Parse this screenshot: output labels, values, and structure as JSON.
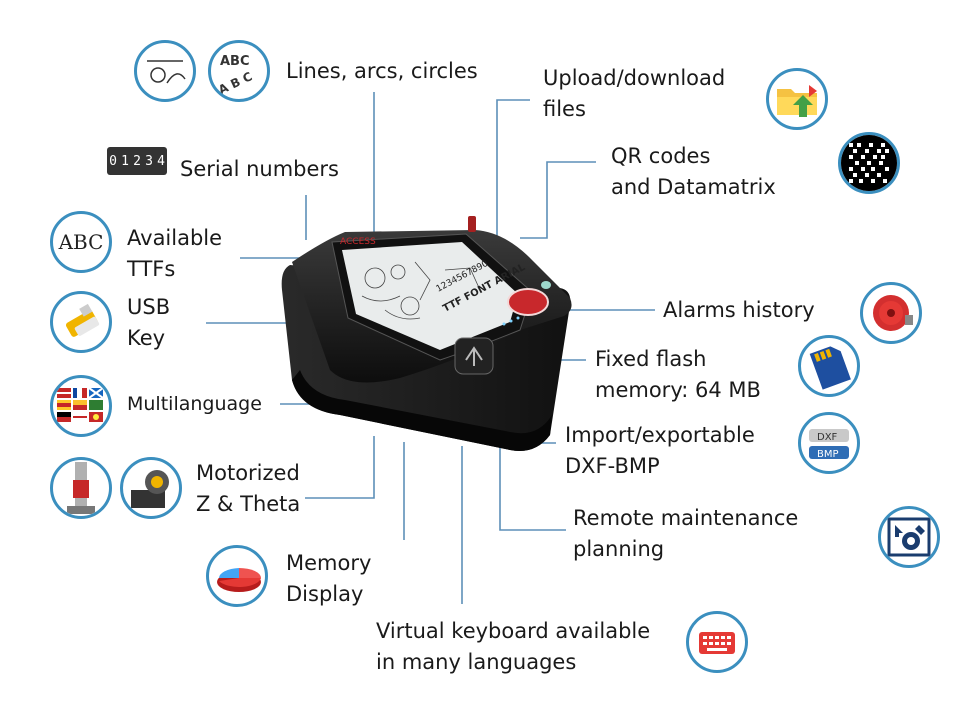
{
  "colors": {
    "circle_border": "#3b8fbf",
    "leader_line": "#5d8fb8",
    "device_body": "#1b1b1b",
    "device_accent": "#c8282c"
  },
  "features": {
    "lines_arcs_circles": "Lines, arcs, circles",
    "serial_numbers": "Serial numbers",
    "available_ttfs": [
      "Available",
      "TTFs"
    ],
    "usb_key": [
      "USB",
      "Key"
    ],
    "multilanguage": "Multilanguage",
    "motorized": [
      "Motorized",
      "Z & Theta"
    ],
    "memory_display": [
      "Memory",
      "Display"
    ],
    "virtual_keyboard": [
      "Virtual keyboard available",
      "in many languages"
    ],
    "upload_download": [
      "Upload/download",
      "files"
    ],
    "qr_codes": [
      "QR codes",
      "and Datamatrix"
    ],
    "alarms_history": "Alarms history",
    "fixed_flash": [
      "Fixed flash",
      "memory: 64 MB"
    ],
    "import_exportable": [
      "Import/exportable",
      "DXF-BMP"
    ],
    "remote_maintenance": [
      "Remote maintenance",
      "planning"
    ]
  },
  "icons": {
    "abc_text": [
      "ABC",
      "A B C"
    ],
    "serial_digits": [
      "0",
      "1",
      "2",
      "3",
      "4"
    ],
    "abc_font": "ABC",
    "dxf": "DXF",
    "bmp": "BMP"
  },
  "device": {
    "brand": "ACCESS",
    "screen_text": [
      "1234567890",
      "TTF FONT ARIAL"
    ]
  }
}
